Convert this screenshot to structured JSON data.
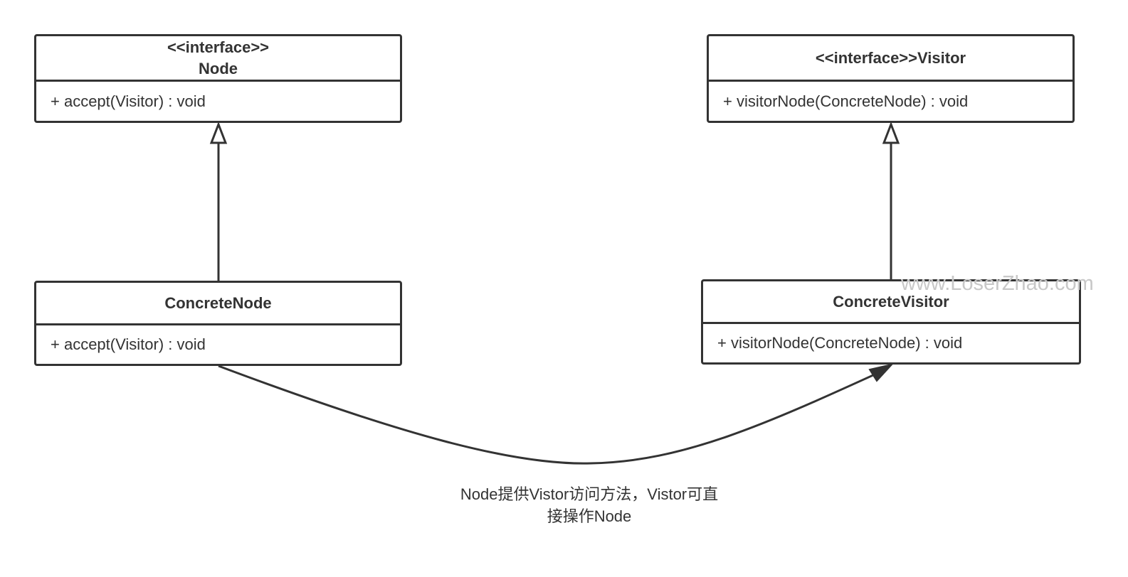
{
  "diagram": {
    "node_interface": {
      "stereotype": "<<interface>>",
      "name": "Node",
      "method": "+ accept(Visitor) : void"
    },
    "visitor_interface": {
      "title": "<<interface>>Visitor",
      "method": "+ visitorNode(ConcreteNode) : void"
    },
    "concrete_node": {
      "name": "ConcreteNode",
      "method": "+ accept(Visitor) : void"
    },
    "concrete_visitor": {
      "name": "ConcreteVisitor",
      "method": "+ visitorNode(ConcreteNode) : void"
    },
    "association_label_line1": "Node提供Vistor访问方法，Vistor可直",
    "association_label_line2": "接操作Node",
    "watermark": "www.LoserZhao.com",
    "line_color": "#333333"
  }
}
